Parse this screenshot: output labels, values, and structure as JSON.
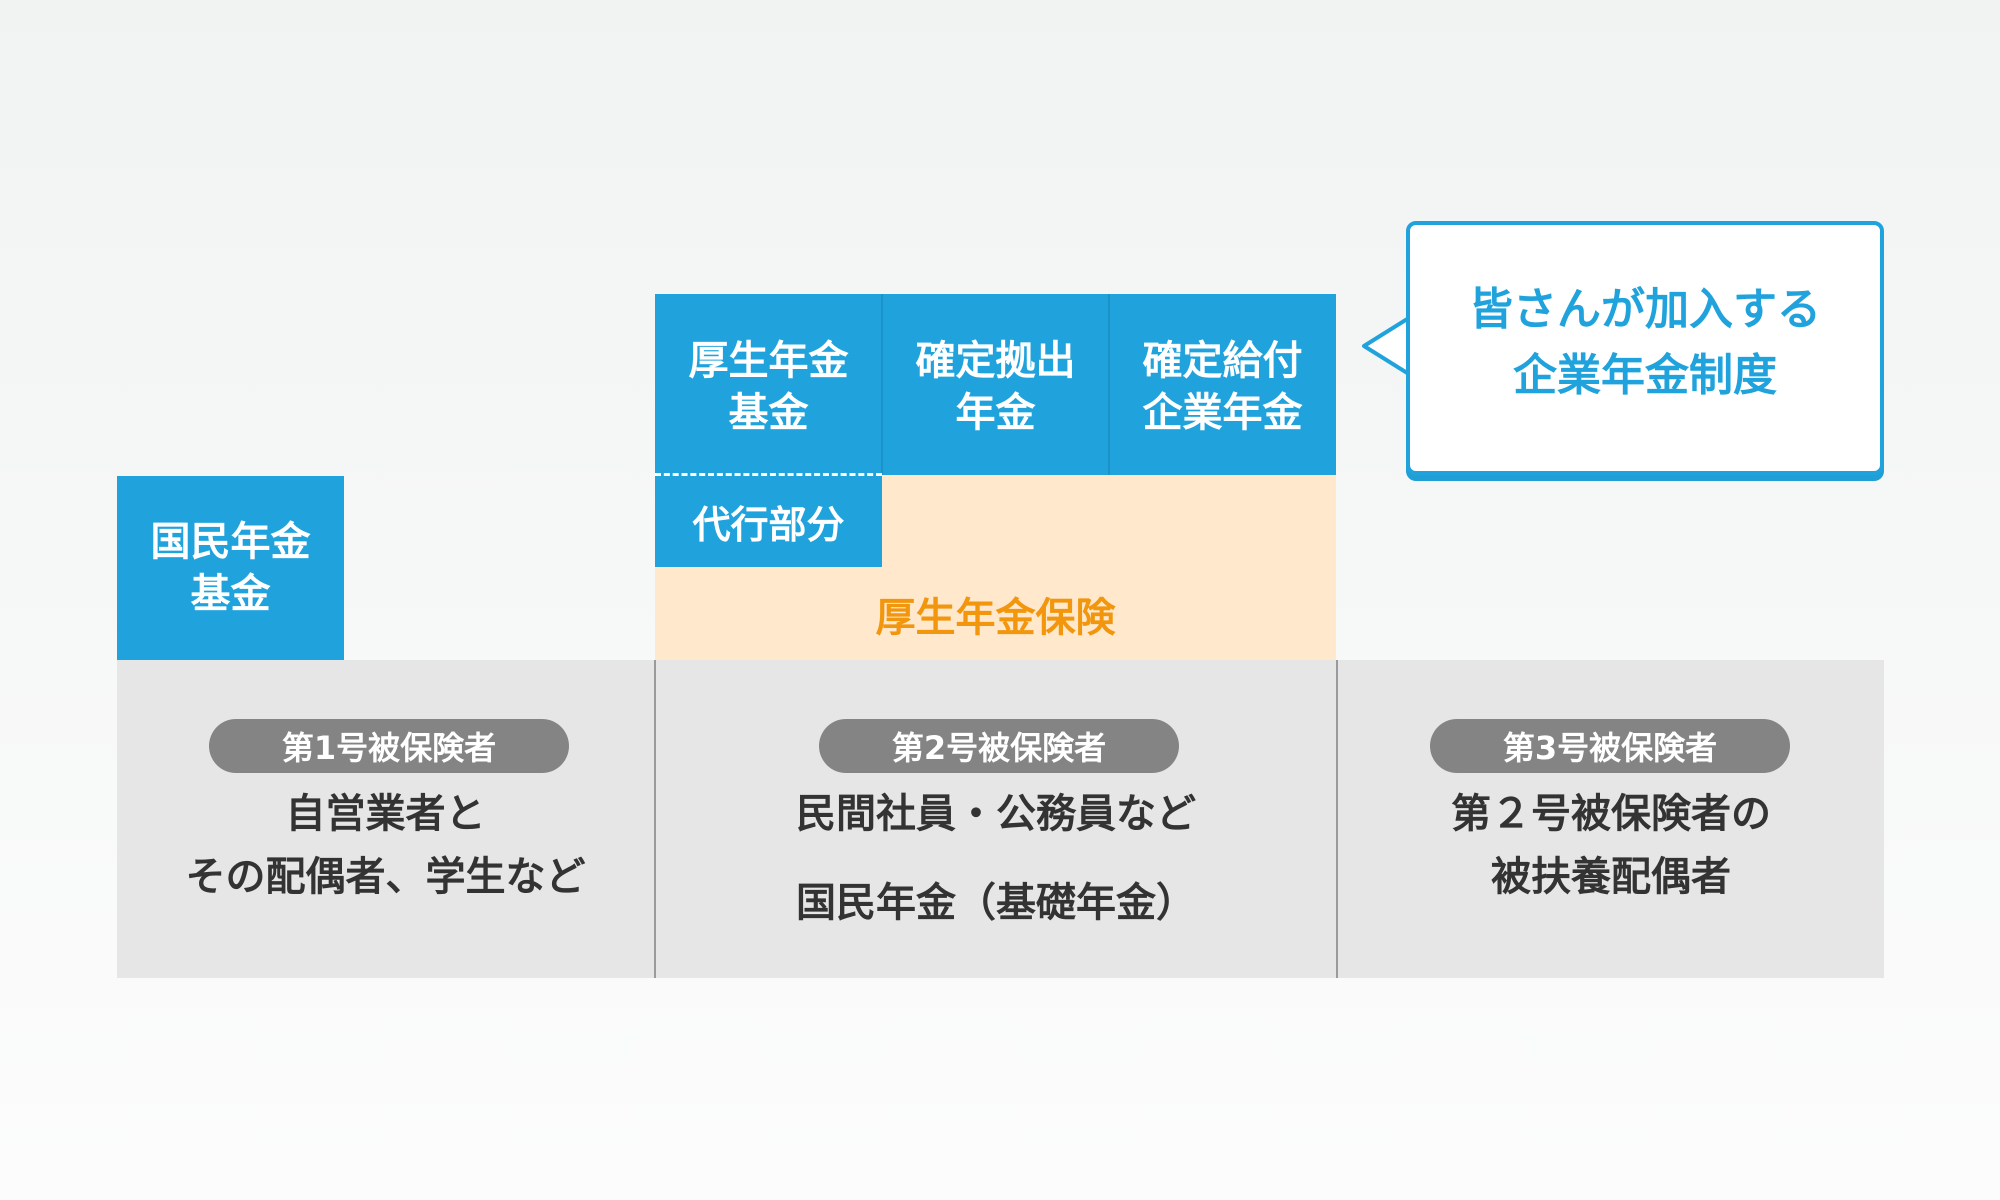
{
  "plans": {
    "kokumin_kikin": "国民年金\n基金",
    "kousei_kikin": "厚生年金\n基金",
    "kakutei_kyoshutsu": "確定拠出\n年金",
    "kakutei_kyufu": "確定給付\n企業年金",
    "daikou": "代行部分",
    "kousei_hoken": "厚生年金保険"
  },
  "callout": {
    "text": "皆さんが加入する\n企業年金制度"
  },
  "insured": [
    {
      "badge": "第1号被保険者",
      "desc": "自営業者と\nその配偶者、学生など"
    },
    {
      "badge": "第2号被保険者",
      "desc": "民間社員・公務員など",
      "extra": "国民年金（基礎年金）"
    },
    {
      "badge": "第3号被保険者",
      "desc": "第２号被保険者の\n被扶養配偶者"
    }
  ],
  "colors": {
    "plan_blue": "#20a3dc",
    "kousei_bg": "#ffe8cb",
    "kousei_text": "#f2960d",
    "band_gray": "#e6e6e6",
    "pill_gray": "#848484"
  }
}
